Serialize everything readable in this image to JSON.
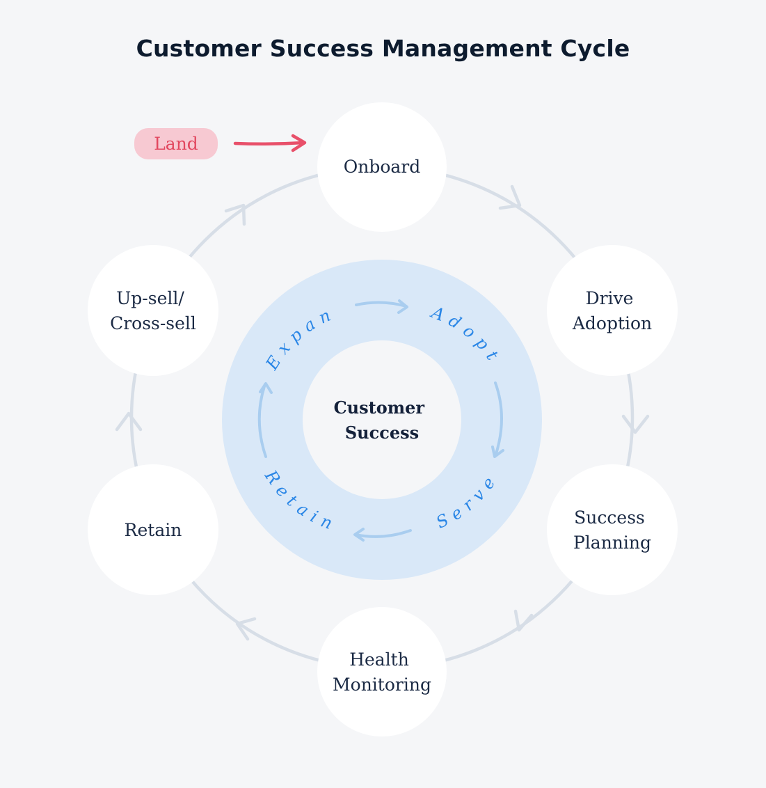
{
  "title": "Customer Success Management Cycle",
  "land": {
    "label": "Land"
  },
  "nodes": [
    {
      "id": "onboard",
      "lines": [
        "Onboard"
      ]
    },
    {
      "id": "drive-adoption",
      "lines": [
        "Drive",
        "Adoption"
      ]
    },
    {
      "id": "success-planning",
      "lines": [
        "Success",
        "Planning"
      ]
    },
    {
      "id": "health-monitoring",
      "lines": [
        "Health",
        "Monitoring"
      ]
    },
    {
      "id": "retain",
      "lines": [
        "Retain"
      ]
    },
    {
      "id": "upsell-crosssell",
      "lines": [
        "Up-sell/",
        "Cross-sell"
      ]
    }
  ],
  "center": {
    "lines": [
      "Customer",
      "Success"
    ]
  },
  "ring_words": [
    "Expand",
    "Adopt",
    "Serve",
    "Retain"
  ],
  "colors": {
    "background": "#f5f6f8",
    "outer_track": "#d7dee7",
    "node_fill": "#ffffff",
    "inner_ring": "#d9e8f8",
    "inner_arrows": "#a9cdef",
    "ring_text": "#2a86e6",
    "land_pill": "#f7c9d2",
    "land_text": "#e2475f",
    "land_arrow": "#e8506a"
  }
}
